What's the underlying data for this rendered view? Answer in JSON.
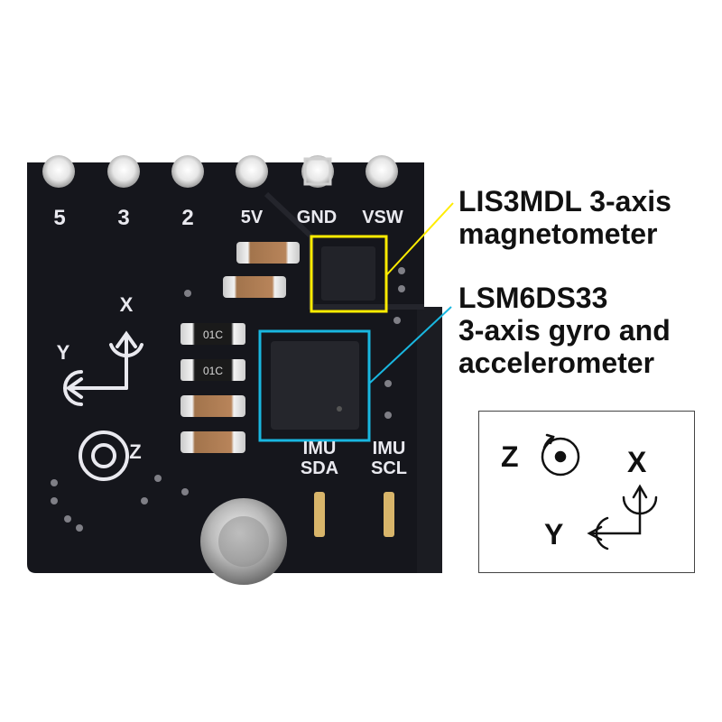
{
  "header_pins": {
    "labels": [
      "5",
      "3",
      "2",
      "5V",
      "GND",
      "VSW"
    ]
  },
  "board_labels": {
    "axis_x": "X",
    "axis_y": "Y",
    "axis_z": "Z",
    "imu_sda_line1": "IMU",
    "imu_sda_line2": "SDA",
    "imu_scl_line1": "IMU",
    "imu_scl_line2": "SCL",
    "resistor_code_1": "01C",
    "resistor_code_2": "01C"
  },
  "callouts": {
    "magnetometer": {
      "line1": "LIS3MDL 3-axis",
      "line2": "magnetometer",
      "color": "#ffec00"
    },
    "imu": {
      "line1": "LSM6DS33",
      "line2": "3-axis gyro and",
      "line3": "accelerometer",
      "color": "#19b7e0"
    }
  },
  "legend": {
    "z_label": "Z",
    "x_label": "X",
    "y_label": "Y"
  },
  "colors": {
    "pcb": "#15161c",
    "silkscreen": "#e9e9ef",
    "gold_pad": "#d8b56a",
    "magnetometer_highlight": "#ffec00",
    "imu_highlight": "#19b7e0"
  }
}
